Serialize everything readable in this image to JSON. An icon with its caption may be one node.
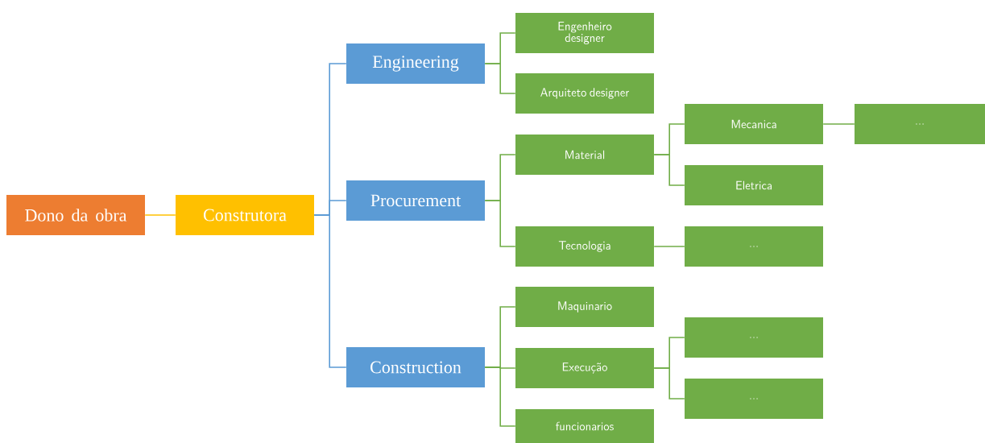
{
  "diagram": {
    "nodes": [
      {
        "text": [
          "Dono da obra"
        ]
      },
      {
        "text": [
          "Construtora"
        ]
      },
      {
        "text": [
          "Engineering"
        ]
      },
      {
        "text": [
          "Procurement"
        ]
      },
      {
        "text": [
          "Construction"
        ]
      },
      {
        "text": [
          "Engenheiro designer"
        ]
      },
      {
        "text": [
          "Arquiteto designer"
        ]
      },
      {
        "text": [
          "Material"
        ]
      },
      {
        "text": [
          "Mecanica"
        ]
      },
      {
        "text": [
          "..."
        ]
      },
      {
        "text": [
          "Eletrica"
        ]
      },
      {
        "text": [
          "Tecnologia"
        ]
      },
      {
        "text": [
          "..."
        ]
      },
      {
        "text": [
          "Maquinario"
        ]
      },
      {
        "text": [
          "Execução"
        ]
      },
      {
        "text": [
          "..."
        ]
      },
      {
        "text": [
          "..."
        ]
      },
      {
        "text": [
          "funcionarios"
        ]
      }
    ],
    "edges": [
      {
        "from": 0,
        "to": 1,
        "arrow": "none",
        "color": "#ffc000"
      },
      {
        "from": 1,
        "to": 2,
        "arrow": "none",
        "color": "#5b9bd5"
      },
      {
        "from": 1,
        "to": 3,
        "arrow": "none",
        "color": "#5b9bd5"
      },
      {
        "from": 1,
        "to": 4,
        "arrow": "none",
        "color": "#5b9bd5"
      },
      {
        "from": 2,
        "to": 5,
        "arrow": "none"
      },
      {
        "from": 2,
        "to": 6,
        "arrow": "none"
      },
      {
        "from": 3,
        "to": 7,
        "arrow": "none"
      },
      {
        "from": 3,
        "to": 11,
        "arrow": "none"
      },
      {
        "from": 7,
        "to": 8,
        "arrow": "none"
      },
      {
        "from": 7,
        "to": 10,
        "arrow": "none"
      },
      {
        "from": 8,
        "to": 9,
        "arrow": "none"
      },
      {
        "from": 11,
        "to": 12,
        "arrow": "none"
      },
      {
        "from": 4,
        "to": 13,
        "arrow": "none"
      },
      {
        "from": 4,
        "to": 14,
        "arrow": "none"
      },
      {
        "from": 4,
        "to": 17,
        "arrow": "none"
      },
      {
        "from": 14,
        "to": 15,
        "arrow": "none"
      },
      {
        "from": 14,
        "to": 16,
        "arrow": "none"
      }
    ]
  }
}
